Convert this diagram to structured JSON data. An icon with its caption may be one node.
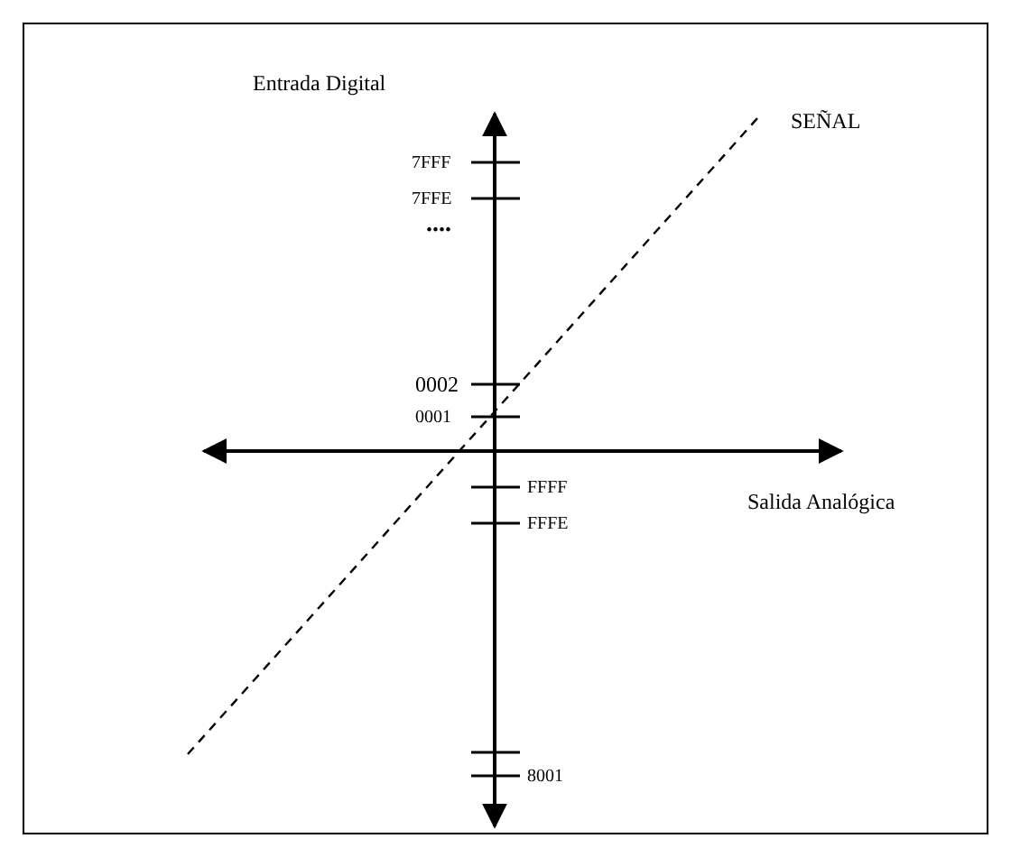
{
  "diagram": {
    "labels": [
      "Entrada Digital",
      "7FFF",
      "SEÑAL",
      "7FFE",
      "....",
      "0002",
      "0001",
      "FFFF",
      "Salida Analógica",
      "FFFE",
      "8001"
    ]
  }
}
